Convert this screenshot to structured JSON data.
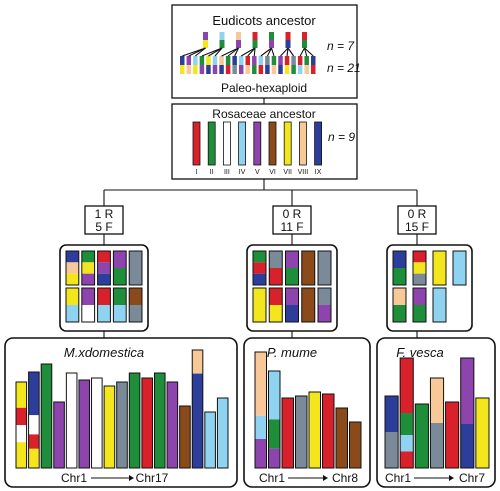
{
  "colors": {
    "red": "#d8212b",
    "green": "#1f8e3b",
    "white": "#ffffff",
    "lightblue": "#8fd3f0",
    "purple": "#8e44ad",
    "brown": "#8b4a1a",
    "yellow": "#f4e61d",
    "peach": "#f8c898",
    "blue": "#2d3e9a",
    "gray": "#7a8a99"
  },
  "ancestor": {
    "title": "Eudicots ancestor",
    "n_top": "n = 7",
    "n_bottom": "n = 21",
    "label": "Paleo-hexaploid",
    "top_chromosomes": [
      [
        "purple",
        "yellow"
      ],
      [
        "lightblue",
        "green"
      ],
      [
        "peach",
        "purple"
      ],
      [
        "red",
        "green"
      ],
      [
        "green",
        "purple"
      ],
      [
        "red",
        "blue"
      ],
      [
        "red",
        "green"
      ]
    ],
    "bottom_chromosomes": [
      [
        "blue",
        "yellow"
      ],
      [
        "purple",
        "peach"
      ],
      [
        "lightblue",
        "yellow"
      ],
      [
        "green",
        "purple"
      ],
      [
        "yellow",
        "blue"
      ],
      [
        "lightblue",
        "purple"
      ],
      [
        "peach",
        "blue"
      ],
      [
        "green",
        "red"
      ],
      [
        "blue",
        "gray"
      ],
      [
        "lightblue",
        "purple"
      ],
      [
        "red",
        "peach"
      ],
      [
        "purple",
        "green"
      ],
      [
        "lightblue",
        "red"
      ],
      [
        "gray",
        "blue"
      ],
      [
        "green",
        "peach"
      ],
      [
        "purple",
        "blue"
      ],
      [
        "red",
        "yellow"
      ],
      [
        "gray",
        "green"
      ],
      [
        "red",
        "lightblue"
      ],
      [
        "green",
        "peach"
      ],
      [
        "blue",
        "red"
      ]
    ]
  },
  "rosaceae": {
    "title": "Rosaceae ancestor",
    "n_label": "n = 9",
    "chromosomes": [
      {
        "label": "I",
        "color": "red"
      },
      {
        "label": "II",
        "color": "green"
      },
      {
        "label": "III",
        "color": "white"
      },
      {
        "label": "IV",
        "color": "lightblue"
      },
      {
        "label": "V",
        "color": "purple"
      },
      {
        "label": "VI",
        "color": "brown"
      },
      {
        "label": "VII",
        "color": "yellow"
      },
      {
        "label": "VIII",
        "color": "peach"
      },
      {
        "label": "IX",
        "color": "blue"
      }
    ]
  },
  "branches": [
    {
      "events_line1": "1 R",
      "events_line2": "5 F",
      "species": "M.xdomestica",
      "axis_start": "Chr1",
      "axis_end": "Chr17",
      "intermediate": [
        [
          [
            "blue",
            "peach",
            "yellow"
          ],
          [
            "yellow",
            "lightblue"
          ]
        ],
        [
          [
            "green",
            "yellow",
            "purple"
          ],
          [
            "purple",
            "white"
          ]
        ],
        [
          [
            "red",
            "purple",
            "blue"
          ],
          [
            "red",
            "lightblue"
          ]
        ],
        [
          [
            "purple",
            "green"
          ],
          [
            "green",
            "lightblue"
          ]
        ],
        [
          [
            "gray"
          ],
          [
            "brown",
            "gray"
          ]
        ]
      ],
      "final": [
        [
          [
            "yellow",
            0.3
          ],
          [
            "red",
            0.2
          ],
          [
            "white",
            0.2
          ],
          [
            "yellow",
            0.3
          ]
        ],
        [
          [
            "blue",
            0.45
          ],
          [
            "white",
            0.2
          ],
          [
            "red",
            0.15
          ],
          [
            "yellow",
            0.2
          ]
        ],
        [
          [
            "green",
            1
          ]
        ],
        [
          [
            "purple",
            1
          ]
        ],
        [
          [
            "white",
            1
          ]
        ],
        [
          [
            "purple",
            1
          ]
        ],
        [
          [
            "white",
            1
          ]
        ],
        [
          [
            "yellow",
            1
          ]
        ],
        [
          [
            "gray",
            1
          ]
        ],
        [
          [
            "green",
            1
          ]
        ],
        [
          [
            "red",
            1
          ]
        ],
        [
          [
            "green",
            1
          ]
        ],
        [
          [
            "purple",
            1
          ]
        ],
        [
          [
            "brown",
            1
          ]
        ],
        [
          [
            "peach",
            0.2
          ],
          [
            "blue",
            0.8
          ]
        ],
        [
          [
            "lightblue",
            1
          ]
        ],
        [
          [
            "lightblue",
            1
          ]
        ]
      ]
    },
    {
      "events_line1": "0 R",
      "events_line2": "11 F",
      "species": "P. mume",
      "axis_start": "Chr1",
      "axis_end": "Chr8",
      "intermediate": [
        [
          [
            "green",
            "red",
            "blue"
          ],
          [
            "yellow"
          ]
        ],
        [
          [
            "gray",
            "red"
          ],
          [
            "red",
            "yellow"
          ]
        ],
        [
          [
            "purple",
            "green"
          ],
          [
            "purple",
            "blue"
          ]
        ],
        [
          [
            "brown"
          ],
          [
            "brown"
          ]
        ],
        [
          [
            "gray"
          ],
          [
            "gray",
            "purple"
          ]
        ]
      ],
      "final": [
        [
          [
            "peach",
            0.55
          ],
          [
            "lightblue",
            0.2
          ],
          [
            "purple",
            0.25
          ]
        ],
        [
          [
            "lightblue",
            0.5
          ],
          [
            "green",
            0.3
          ],
          [
            "purple",
            0.2
          ]
        ],
        [
          [
            "red",
            1
          ]
        ],
        [
          [
            "gray",
            1
          ]
        ],
        [
          [
            "yellow",
            1
          ]
        ],
        [
          [
            "red",
            1
          ]
        ],
        [
          [
            "brown",
            1
          ]
        ],
        [
          [
            "brown",
            1
          ]
        ]
      ]
    },
    {
      "events_line1": "0 R",
      "events_line2": "15 F",
      "species": "F. vesca",
      "axis_start": "Chr1",
      "axis_end": "Chr7",
      "intermediate": [
        [
          [
            "blue",
            "green"
          ],
          [
            "peach",
            "green"
          ]
        ],
        [
          [
            "red",
            "yellow",
            "gray"
          ],
          [
            "purple",
            "green"
          ]
        ],
        [
          [
            "yellow"
          ],
          [
            "lightblue"
          ]
        ],
        [
          [
            "lightblue"
          ],
          []
        ]
      ],
      "final": [
        [
          [
            "blue",
            0.5
          ],
          [
            "gray",
            0.5
          ]
        ],
        [
          [
            "red",
            0.5
          ],
          [
            "green",
            0.2
          ],
          [
            "lightblue",
            0.15
          ],
          [
            "red",
            0.15
          ]
        ],
        [
          [
            "green",
            1
          ]
        ],
        [
          [
            "peach",
            0.5
          ],
          [
            "gray",
            0.5
          ]
        ],
        [
          [
            "red",
            1
          ]
        ],
        [
          [
            "purple",
            0.6
          ],
          [
            "blue",
            0.4
          ]
        ],
        [
          [
            "yellow",
            1
          ]
        ]
      ]
    }
  ]
}
